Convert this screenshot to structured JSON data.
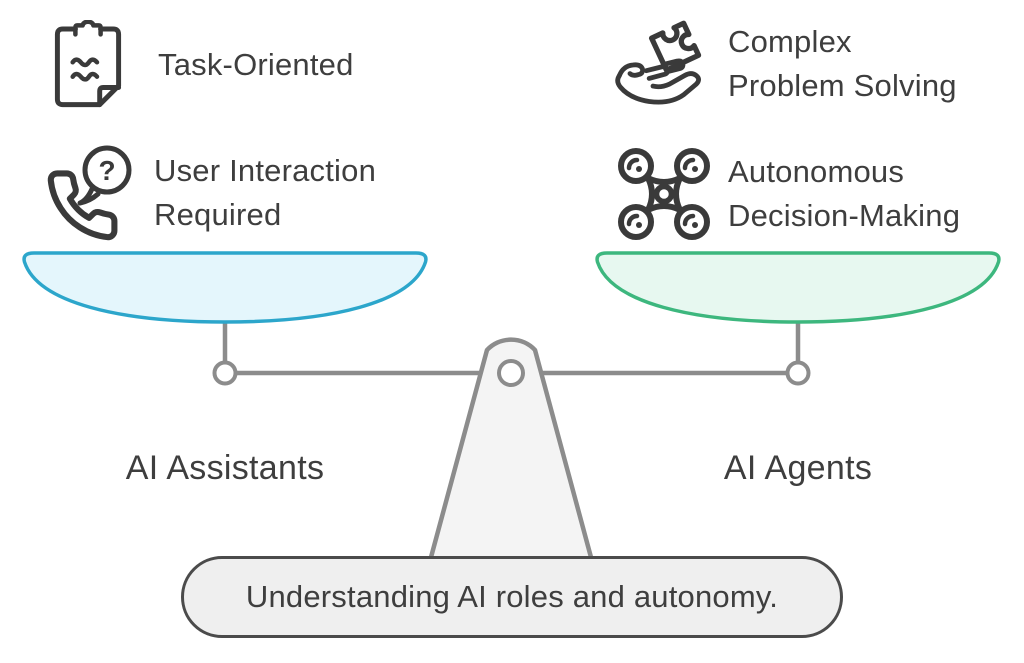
{
  "colors": {
    "background": "#ffffff",
    "text": "#3e3e3e",
    "icon_stroke": "#3a3a3a",
    "pan_left_fill": "#e4f6fc",
    "pan_left_stroke": "#2ca6cb",
    "pan_right_fill": "#e7f8f0",
    "pan_right_stroke": "#3db77e",
    "frame_gray": "#8c8c8c",
    "fulcrum_fill": "#f4f4f4",
    "pill_fill": "#efefef",
    "pill_border": "#4b4b4b"
  },
  "features": {
    "left": [
      {
        "icon": "clipboard-icon",
        "label": "Task-Oriented"
      },
      {
        "icon": "phone-question-icon",
        "label": "User Interaction\nRequired"
      }
    ],
    "right": [
      {
        "icon": "hand-puzzle-icon",
        "label": "Complex\nProblem Solving"
      },
      {
        "icon": "drone-icon",
        "label": "Autonomous\nDecision-Making"
      }
    ]
  },
  "glyphs": {
    "question_mark": "?"
  },
  "scale": {
    "left_pan_label": "AI Assistants",
    "right_pan_label": "AI Agents"
  },
  "caption": {
    "text": "Understanding AI roles and autonomy."
  }
}
